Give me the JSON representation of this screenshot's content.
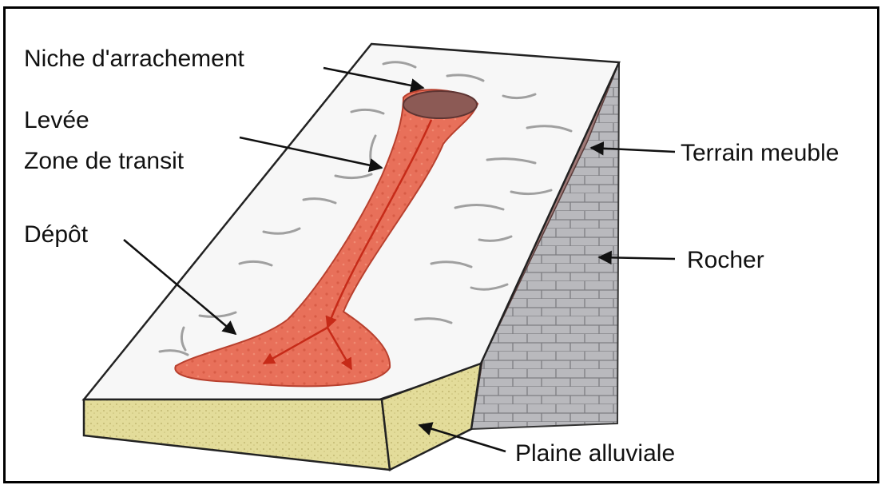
{
  "labels": {
    "niche": "Niche d'arrachement",
    "levee": "Levée",
    "transit": "Zone de transit",
    "depot": "Dépôt",
    "terrain": "Terrain meuble",
    "rocher": "Rocher",
    "plaine": "Plaine alluviale"
  },
  "colors": {
    "flow": "#e8705a",
    "flow_dark": "#c94432",
    "niche": "#8c5a55",
    "soil": "#a07a78",
    "rock": "#b7b7bb",
    "alluvial": "#e3dc9a",
    "slope": "#f6f6f6"
  }
}
